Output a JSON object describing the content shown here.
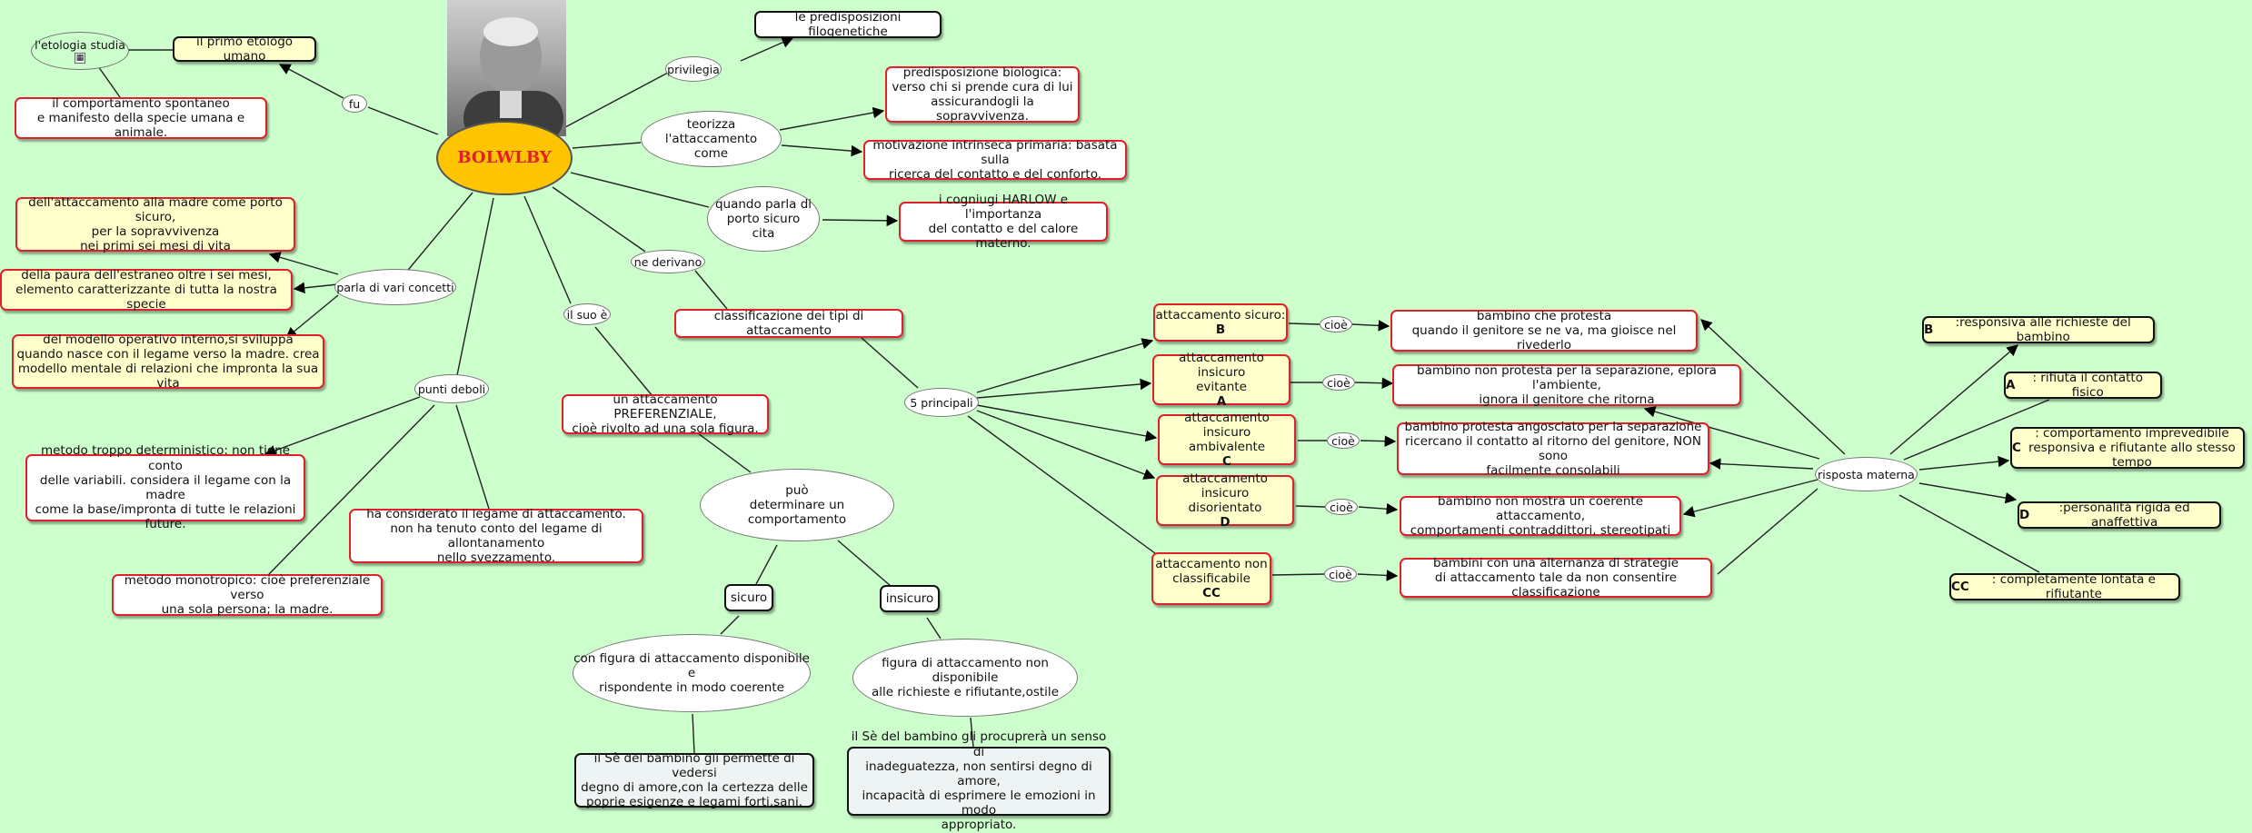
{
  "center": "BOLWLBY",
  "nodes": {
    "etologia": "l'etologia studia",
    "primo_etologo": "il primo etologo umano",
    "comportamento": "il comportamento spontaneo\ne manifesto della specie umana e animale.",
    "fu": "fu",
    "privilegia": "privilegia",
    "predisposizioni": "le predisposizioni filogenetiche",
    "teorizza": "teorizza l'attaccamento\ncome",
    "predisposizione_bio": "predisposizione biologica:\nverso chi si prende cura di lui\nassicurandogli la sopravvivenza.",
    "motivazione": "motivazione intrinseca primaria: basata sulla\nricerca del contatto e del conforto.",
    "porto_sicuro": "quando parla di\nporto sicuro\ncita",
    "harlow": "i cogniugi HARLOW e l'importanza\ndel contatto e del calore materno.",
    "ne_derivano": "ne derivano",
    "classificazione": "classificazione dei tipi di attaccamento",
    "cinque_principali": "5 principali",
    "parla_concetti": "parla di vari concetti",
    "concetto_madre": "dell'attaccamento alla madre come porto sicuro,\nper la sopravvivenza\nnei primi sei mesi di vita",
    "concetto_paura": "della paura dell'estraneo oltre i sei mesi,\nelemento caratterizzante di tutta la nostra specie",
    "concetto_modello": "del modello operativo interno,si sviluppa\nquando nasce con il legame verso la madre. crea\nmodello mentale di relazioni che impronta la sua vita",
    "il_suo_e": "il suo è",
    "preferenziale": "un attaccamento PREFERENZIALE,\ncioè rivolto ad una sola figura.",
    "punti_deboli": "punti deboli",
    "debole_1": "metodo troppo deterministico: non tiene conto\ndelle variabili. considera il legame con la madre\ncome la base/impronta di tutte le relazioni\nfuture.",
    "debole_2": "ha considerato il legame di attaccamento.\nnon ha tenuto conto del legame di allontanamento\nnello svezzamento.",
    "debole_3": "metodo monotropico: cioè preferenziale verso\nuna sola persona; la madre.",
    "puo": "può\ndeterminare un comportamento",
    "sicuro": "sicuro",
    "insicuro": "insicuro",
    "figura_disp": "con figura di attaccamento disponibile e\nrispondente in modo coerente",
    "figura_nondisp": "figura di attaccamento non disponibile\nalle richieste e rifiutante,ostile",
    "se_positivo": "il Sè del bambino gli permette di vedersi\ndegno di amore,con la certezza delle\npoprie esigenze e legami forti,sani.",
    "se_negativo": "il Sè del bambino gli procuprerà un senso di\ninadeguatezza, non sentirsi degno di amore,\nincapacità di esprimere le emozioni in modo\nappropriato.",
    "risposta_materna": "risposta materna"
  },
  "types": [
    {
      "name": "attaccamento sicuro:",
      "code": "B",
      "cioe": "cioè",
      "desc": "bambino che protesta\nquando il genitore se ne va, ma gioisce nel rivederlo"
    },
    {
      "name": "attaccamento insicuro\nevitante",
      "code": "A",
      "cioe": "cioè",
      "desc": "bambino non protesta per la separazione, eplora l'ambiente,\nignora il genitore che ritorna"
    },
    {
      "name": "attaccamento insicuro\nambivalente",
      "code": "C",
      "cioe": "cioè",
      "desc": "bambino protesta angosciato per la separazione\nricercano il contatto al ritorno del genitore, NON sono\nfacilmente consolabili"
    },
    {
      "name": "attaccamento insicuro\ndisorientato",
      "code": "D",
      "cioe": "cioè",
      "desc": "bambino non mostra un coerente attaccamento,\ncomportamenti contraddittori, stereotipati"
    },
    {
      "name": "attaccamento non\nclassificabile",
      "code": "CC",
      "cioe": "cioè",
      "desc": "bambini con una alternanza di strategie\ndi attaccamento tale da non consentire classificazione"
    }
  ],
  "risposte": [
    {
      "code": "B",
      "text": ":responsiva alle richieste del bambino"
    },
    {
      "code": "A",
      "text": ": rifiuta il contatto fisico"
    },
    {
      "code": "C",
      "text": ": comportamento imprevedibile\nresponsiva e rifiutante allo stesso tempo"
    },
    {
      "code": "D",
      "text": ":personalità rigida ed anaffettiva"
    },
    {
      "code": "CC",
      "text": ": completamente lontata e rifiutante"
    }
  ],
  "colors": {
    "background": "#ccffcc",
    "center_fill": "#ffc400",
    "center_text": "#e0202a",
    "border_red": "#e0202a",
    "yellow_fill": "#ffffcc"
  }
}
